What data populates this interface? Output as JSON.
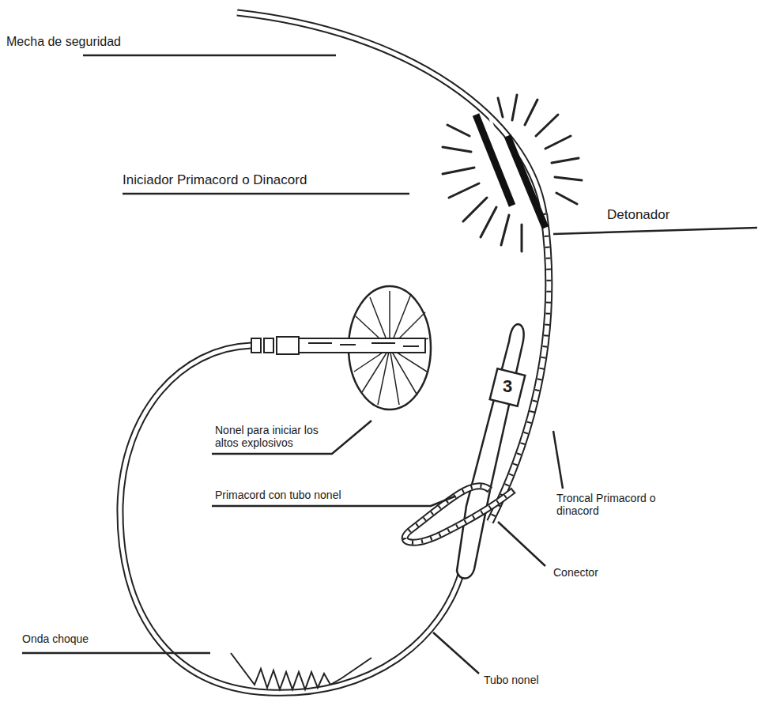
{
  "diagram": {
    "labels": [
      "Mecha de seguridad",
      "Iniciador Primacord o Dinacord",
      "Detonador",
      "Nonel para iniciar los altos explosivos",
      "Primacord con tubo nonel",
      "Troncal Primacord o dinacord",
      "Conector",
      "Onda choque",
      "Tubo nonel",
      "3"
    ]
  }
}
